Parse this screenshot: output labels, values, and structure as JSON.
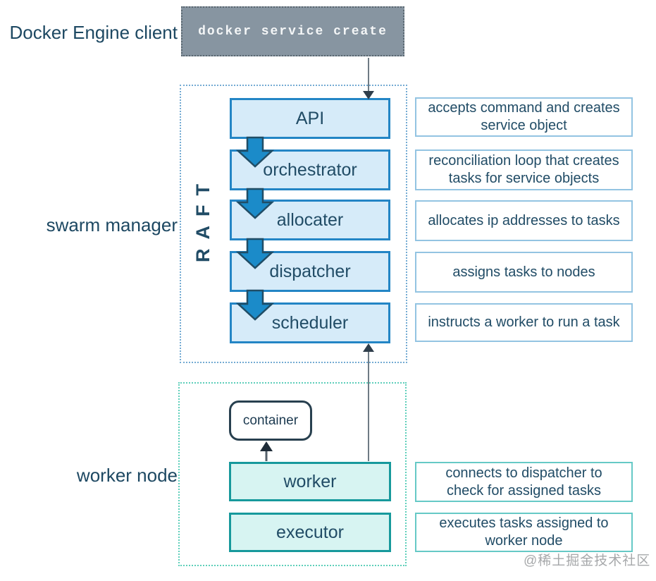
{
  "client": {
    "label": "Docker Engine client",
    "command": "docker service create"
  },
  "swarm_manager": {
    "label": "swarm manager",
    "raft_label": "RAFT",
    "components": [
      "API",
      "orchestrator",
      "allocater",
      "dispatcher",
      "scheduler"
    ],
    "descriptions": [
      "accepts command and creates service object",
      "reconciliation loop that creates tasks for service objects",
      "allocates ip addresses to tasks",
      "assigns tasks to nodes",
      "instructs a worker to run a task"
    ]
  },
  "worker_node": {
    "label": "worker node",
    "container_label": "container",
    "components": [
      "worker",
      "executor"
    ],
    "descriptions": [
      "connects to dispatcher to check for assigned tasks",
      "executes tasks assigned to worker node"
    ]
  },
  "watermark": "@稀土掘金技术社区",
  "colors": {
    "navy_text": "#214c66",
    "manager_box_fill": "#d6ebf9",
    "manager_box_border": "#2385c5",
    "manager_dash_border": "#74abd3",
    "flow_arrow_fill": "#1b8bc9",
    "desc_border_blue": "#93c4e2",
    "worker_box_fill": "#d7f4f2",
    "worker_box_border": "#17999c",
    "worker_dash_border": "#5ecfba",
    "desc_border_teal": "#66c9c6",
    "command_box_fill": "#8795a1",
    "connector_gray": "#6f7b84"
  }
}
